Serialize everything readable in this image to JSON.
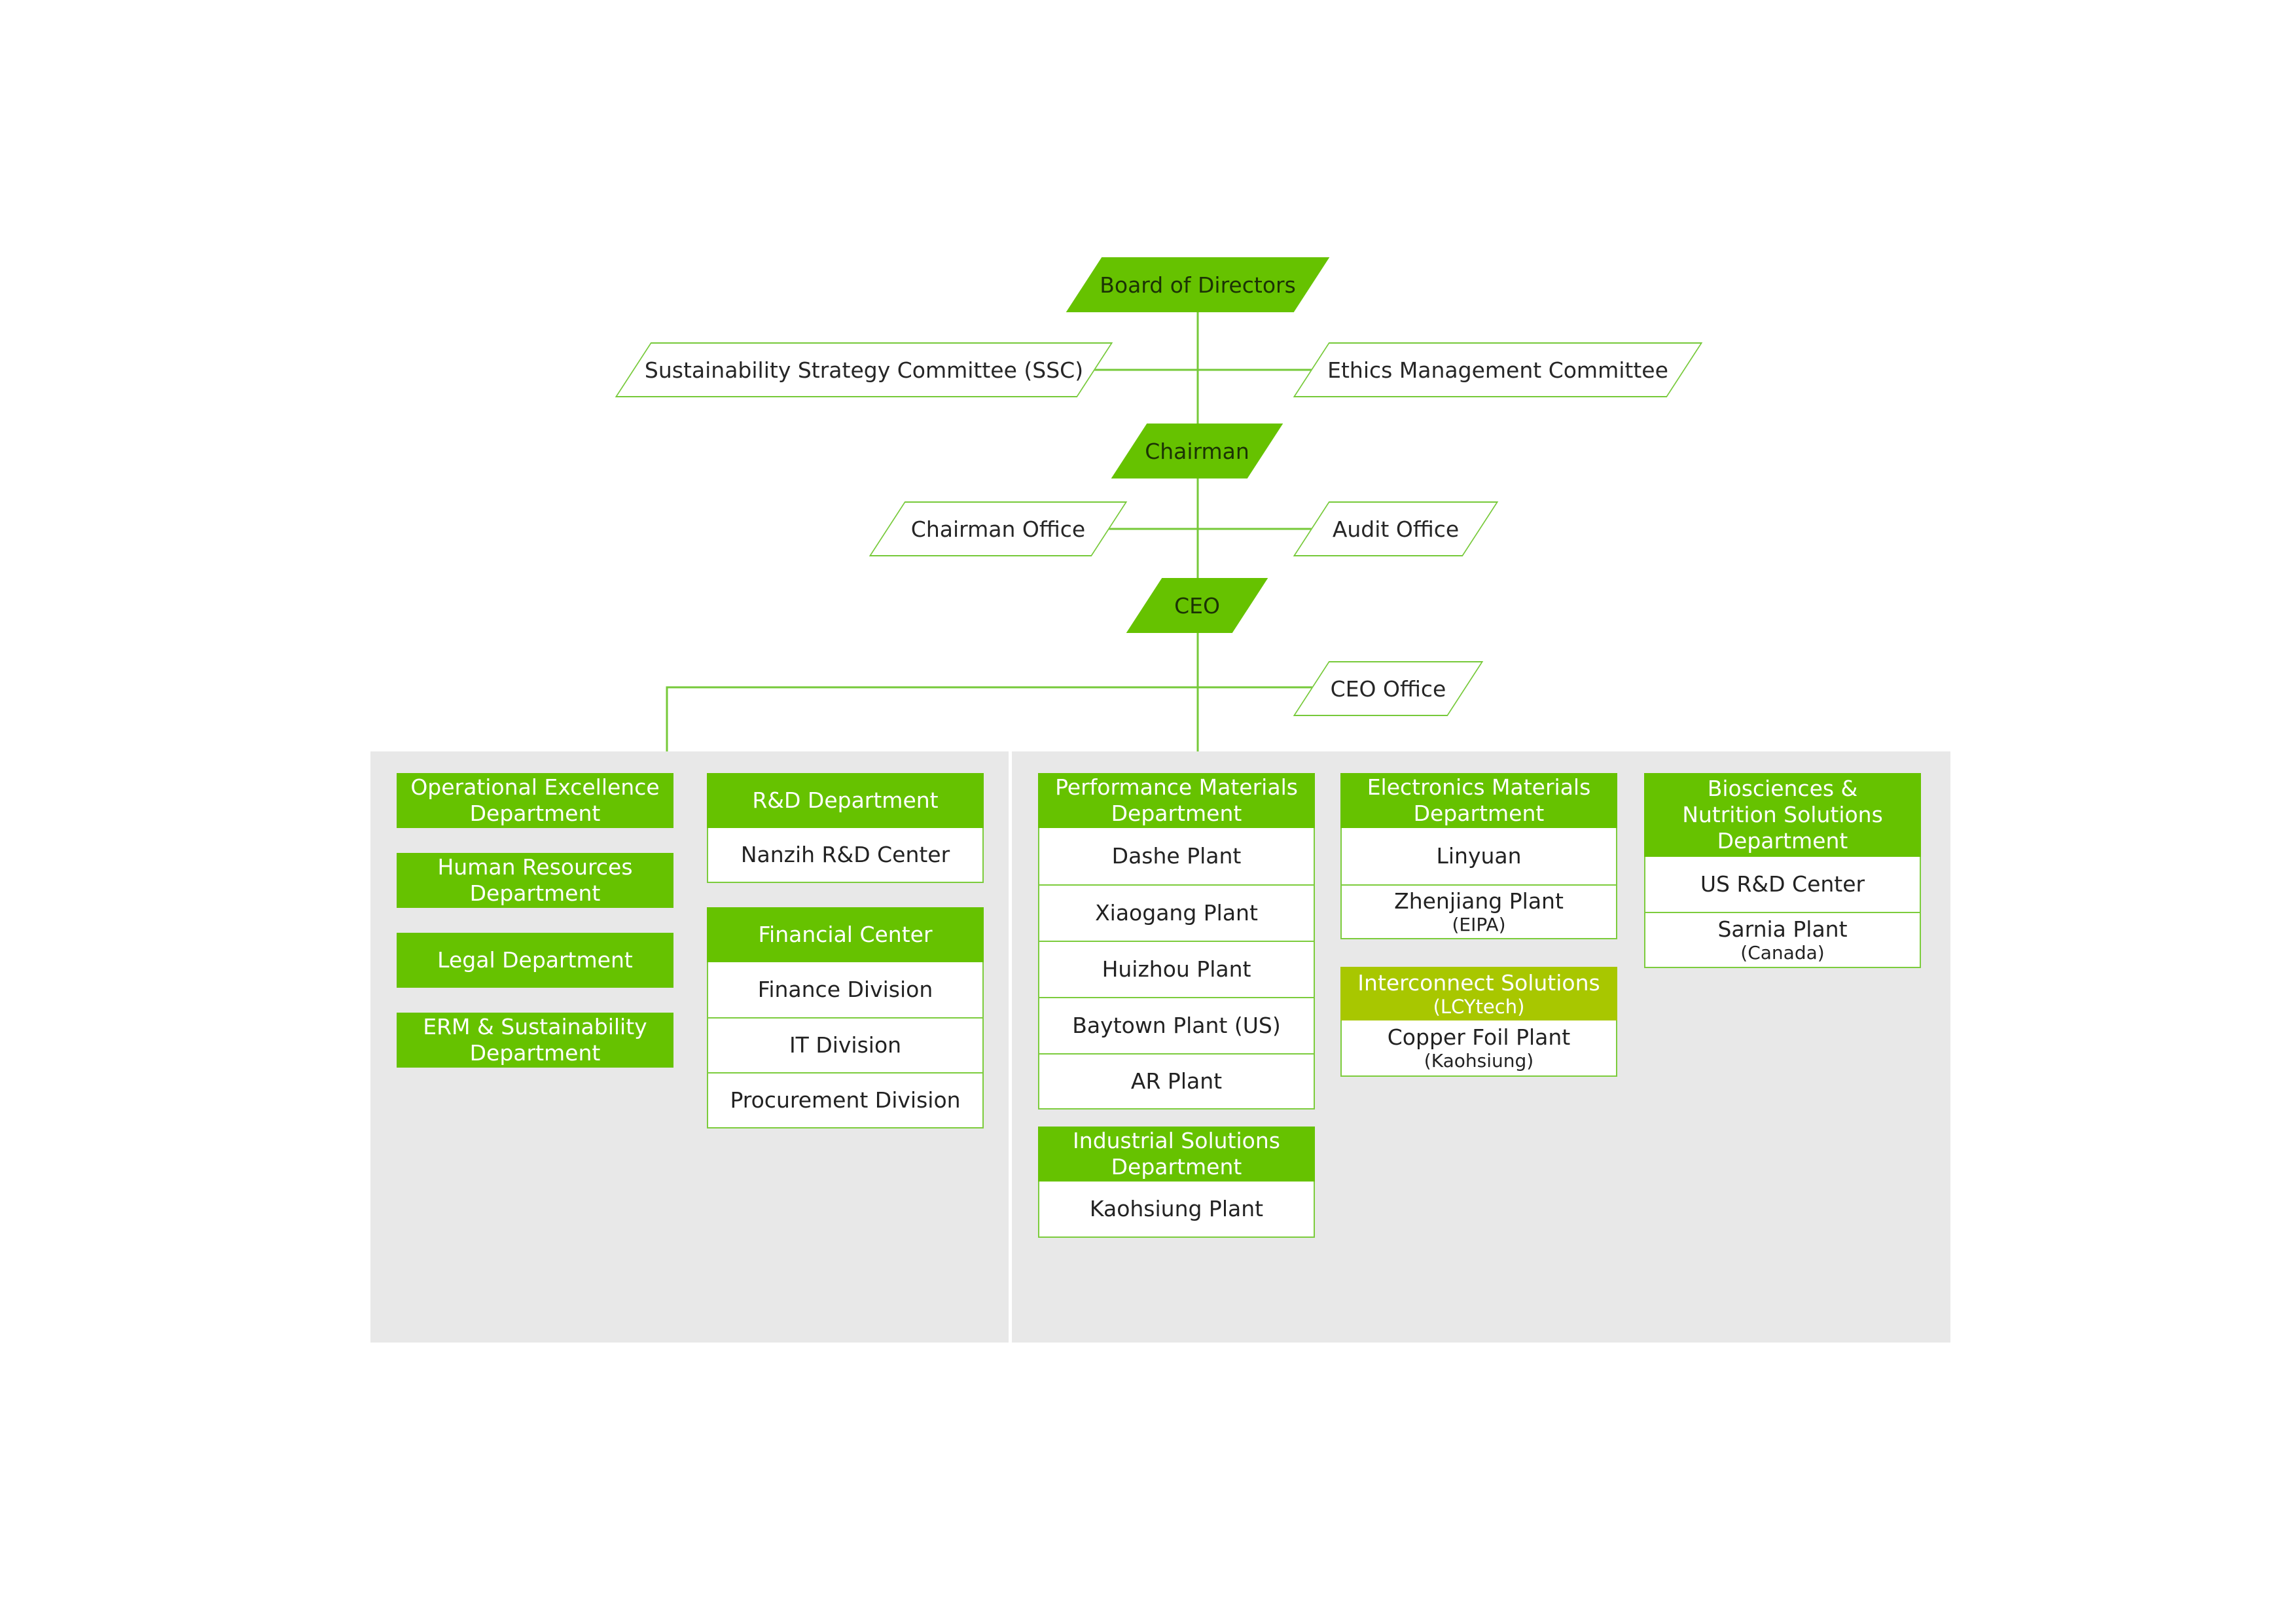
{
  "top": {
    "board": "Board of Directors",
    "ssc": "Sustainability Strategy Committee (SSC)",
    "ethics": "Ethics Management Committee",
    "chairman": "Chairman",
    "chairman_office": "Chairman Office",
    "audit_office": "Audit Office",
    "ceo": "CEO",
    "ceo_office": "CEO Office"
  },
  "left_panel": {
    "op_excellence": [
      "Operational Excellence",
      "Department"
    ],
    "human_resources": [
      "Human Resources",
      "Department"
    ],
    "legal": "Legal Department",
    "erm": [
      "ERM & Sustainability",
      "Department"
    ],
    "rnd": {
      "title": "R&D Department",
      "items": [
        "Nanzih R&D Center"
      ]
    },
    "financial": {
      "title": "Financial Center",
      "items": [
        "Finance Division",
        "IT Division",
        "Procurement Division"
      ]
    }
  },
  "right_panel": {
    "performance": {
      "title": [
        "Performance Materials",
        "Department"
      ],
      "items": [
        "Dashe Plant",
        "Xiaogang Plant",
        "Huizhou Plant",
        "Baytown Plant (US)",
        "AR Plant"
      ]
    },
    "industrial": {
      "title": [
        "Industrial Solutions",
        "Department"
      ],
      "items": [
        "Kaohsiung Plant"
      ]
    },
    "electronics": {
      "title": [
        "Electronics Materials",
        "Department"
      ],
      "items": [
        {
          "name": "Linyuan"
        },
        {
          "name": "Zhenjiang Plant",
          "sub": "(EIPA)"
        }
      ]
    },
    "interconnect": {
      "title": "Interconnect Solutions",
      "sub": "(LCYtech)",
      "items": [
        {
          "name": "Copper Foil Plant",
          "sub": "(Kaohsiung)"
        }
      ]
    },
    "biosciences": {
      "title": [
        "Biosciences &",
        "Nutrition Solutions",
        "Department"
      ],
      "items": [
        {
          "name": "US R&D Center"
        },
        {
          "name": "Sarnia Plant",
          "sub": "(Canada)"
        }
      ]
    }
  },
  "colors": {
    "primary_green": "#66c200",
    "lime": "#a8c700",
    "line_green": "#76c939",
    "panel_gray": "#e8e8e8"
  }
}
